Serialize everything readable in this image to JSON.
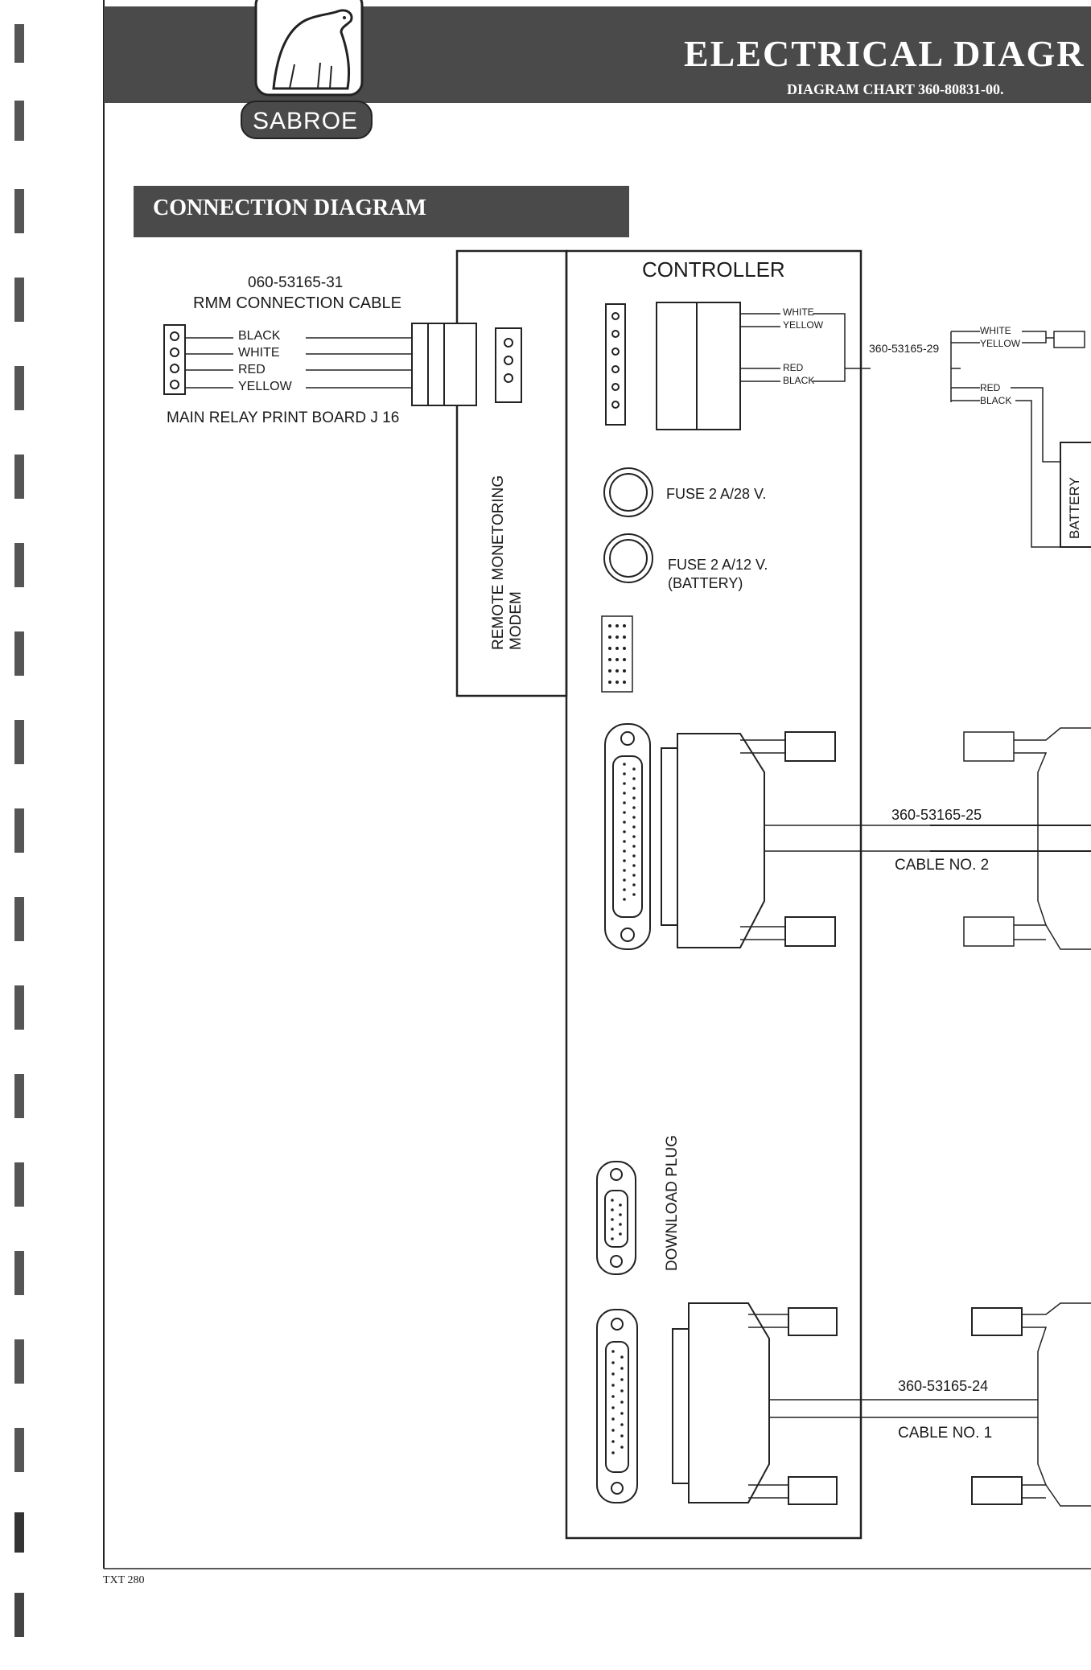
{
  "header": {
    "brand": "SABROE",
    "title": "ELECTRICAL DIAGR",
    "subtitle": "DIAGRAM CHART 360-80831-00."
  },
  "section_title": "CONNECTION DIAGRAM",
  "rmm_cable": {
    "part_number": "060-53165-31",
    "name": "RMM CONNECTION CABLE",
    "wires": [
      "BLACK",
      "WHITE",
      "RED",
      "YELLOW"
    ],
    "board": "MAIN RELAY PRINT BOARD J 16"
  },
  "modem_label": [
    "REMOTE MONETORING",
    "MODEM"
  ],
  "controller": {
    "title": "CONTROLLER",
    "wires_top": [
      "WHITE",
      "YELLOW"
    ],
    "wires_bottom": [
      "RED",
      "BLACK"
    ],
    "fuse1": "FUSE 2 A/28 V.",
    "fuse2": [
      "FUSE 2 A/12 V.",
      "(BATTERY)"
    ],
    "download": "DOWNLOAD PLUG"
  },
  "battery_cable": {
    "part_number": "360-53165-29",
    "wires_top": [
      "WHITE",
      "YELLOW"
    ],
    "wires_bottom": [
      "RED",
      "BLACK"
    ],
    "battery": "BATTERY"
  },
  "cable2": {
    "part_number": "360-53165-25",
    "name": "CABLE NO. 2"
  },
  "cable1": {
    "part_number": "360-53165-24",
    "name": "CABLE NO. 1"
  },
  "footer": {
    "code": "TXT 280"
  }
}
